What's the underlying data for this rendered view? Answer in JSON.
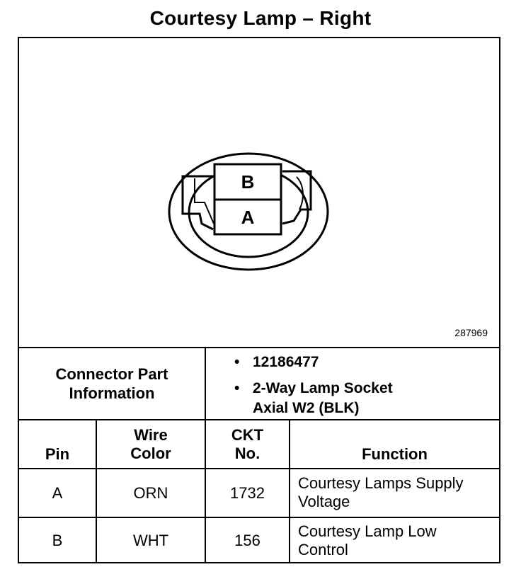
{
  "title": "Courtesy Lamp – Right",
  "drawing": {
    "cavity_labels": [
      "B",
      "A"
    ],
    "figure_number": "287969"
  },
  "connector_info": {
    "label_line1": "Connector Part",
    "label_line2": "Information",
    "part_number": "12186477",
    "description_line1": "2-Way Lamp Socket",
    "description_line2": "Axial W2 (BLK)",
    "bullet": "•"
  },
  "table": {
    "headers": {
      "pin": "Pin",
      "wire_color_line1": "Wire",
      "wire_color_line2": "Color",
      "ckt_line1": "CKT",
      "ckt_line2": "No.",
      "function": "Function"
    },
    "rows": [
      {
        "pin": "A",
        "wire_color": "ORN",
        "ckt": "1732",
        "function_line1": "Courtesy Lamps Supply",
        "function_line2": "Voltage"
      },
      {
        "pin": "B",
        "wire_color": "WHT",
        "ckt": "156",
        "function_line1": "Courtesy Lamp Low",
        "function_line2": "Control"
      }
    ]
  }
}
